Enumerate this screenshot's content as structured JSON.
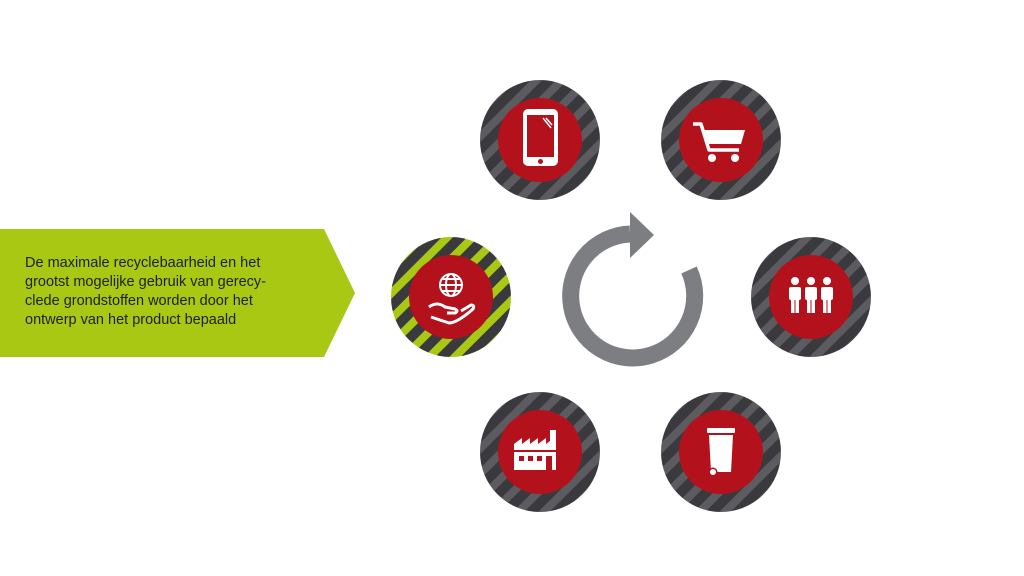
{
  "callout": {
    "text": "De maximale recyclebaarheid en het\ngrootst mogelijke gebruik van gerecy-\nclede grondstoffen worden door het\nontwerp van het product bepaald",
    "color": "#a8c813"
  },
  "colors": {
    "ring_dark": "#3a3a3e",
    "ring_stripe": "#5c5c60",
    "ring_active_stripe": "#a8c813",
    "center": "#b3121c",
    "arrow": "#7d7e82"
  },
  "nodes": [
    {
      "name": "design-node",
      "icon": "globe-hand-icon",
      "active": true
    },
    {
      "name": "phone-node",
      "icon": "smartphone-icon",
      "active": false
    },
    {
      "name": "shopping-node",
      "icon": "shopping-cart-icon",
      "active": false
    },
    {
      "name": "people-node",
      "icon": "people-icon",
      "active": false
    },
    {
      "name": "waste-bin-node",
      "icon": "wheelie-bin-icon",
      "active": false
    },
    {
      "name": "factory-node",
      "icon": "factory-icon",
      "active": false
    }
  ],
  "cycle_arrow": {
    "icon": "cycle-arrow-icon"
  }
}
